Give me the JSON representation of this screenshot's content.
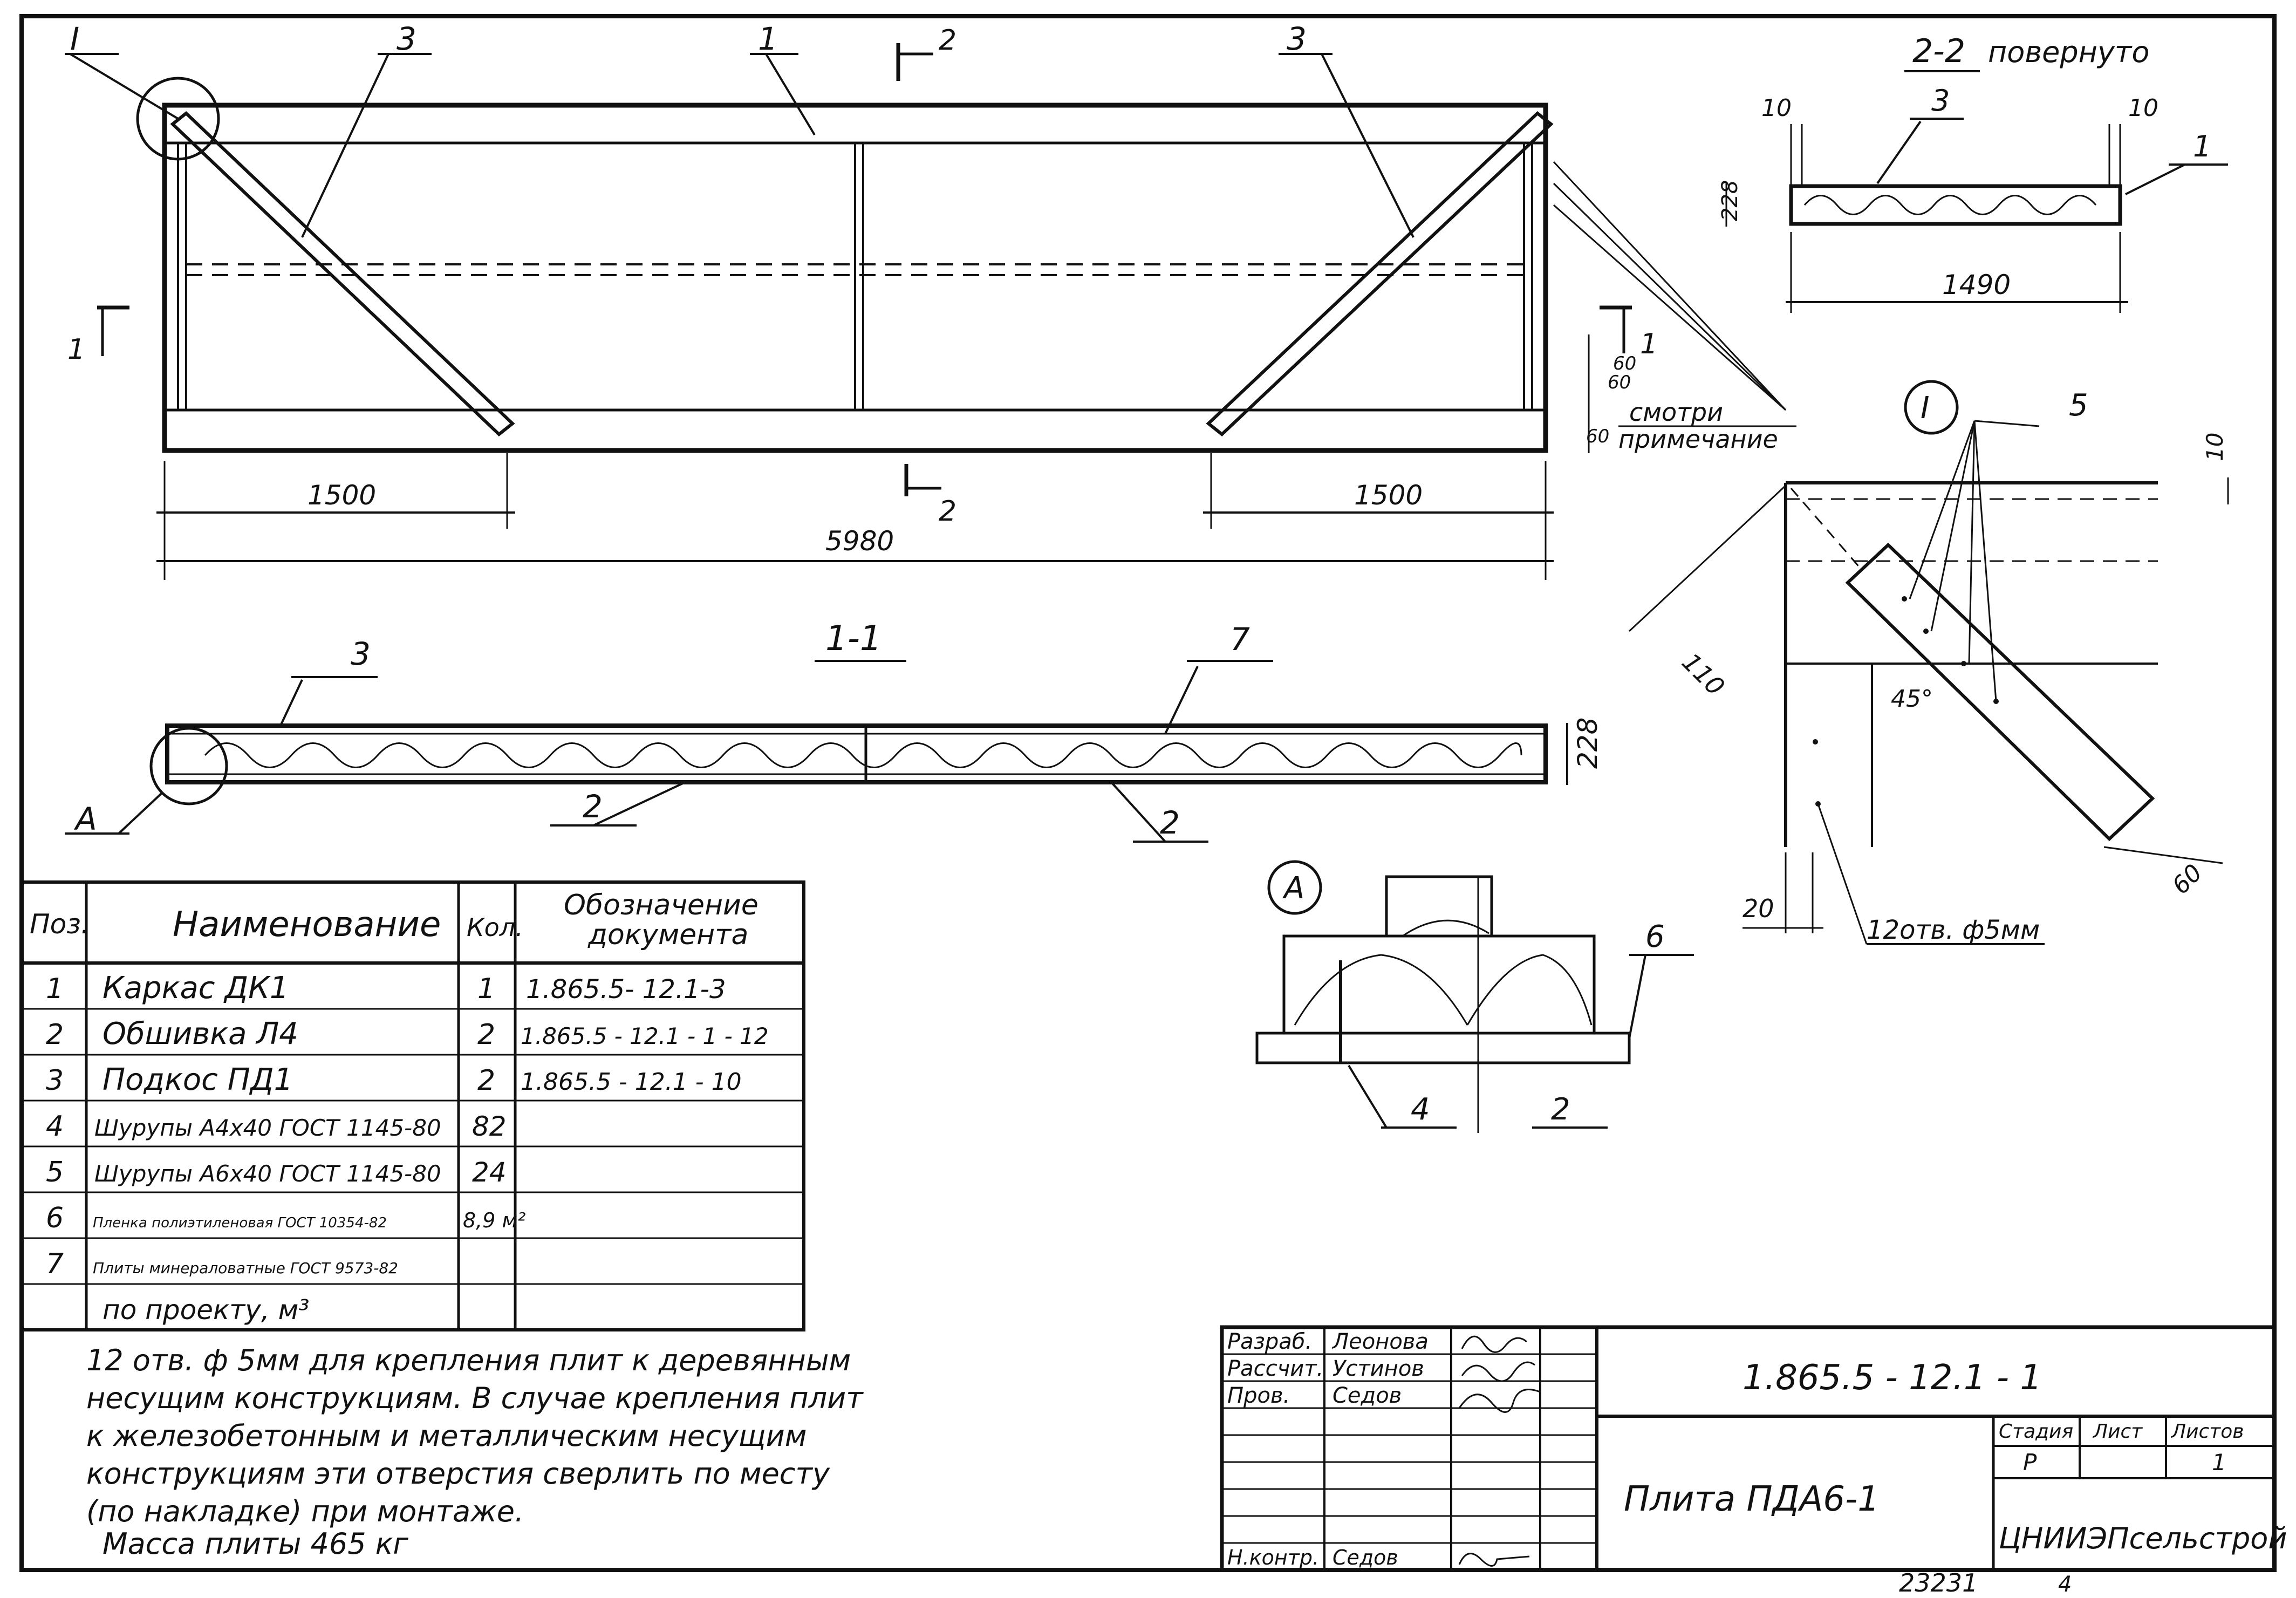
{
  "main_view": {
    "leaders": {
      "p1": "1",
      "p3_left": "3",
      "p3_right": "3",
      "detail_ref": "I"
    },
    "section_22": "2",
    "section_11": "1",
    "dims": {
      "left_bay": "1500",
      "right_bay": "1500",
      "overall": "5980",
      "d60a": "60",
      "d60b": "60",
      "d60c": "60"
    },
    "note_label": [
      "смотри",
      "примечание"
    ]
  },
  "section_11_view": {
    "title": "1-1",
    "leaders": {
      "p3": "3",
      "p7": "7",
      "p2a": "2",
      "p2b": "2",
      "detail_a": "A"
    },
    "dim_thickness": "228"
  },
  "section_22_view": {
    "title": "2-2",
    "subtitle": "повернуто",
    "leaders": {
      "p3": "3",
      "p1": "1"
    },
    "dims": {
      "left": "10",
      "right": "10",
      "height": "228",
      "width": "1490"
    }
  },
  "detail_i": {
    "label": "I",
    "leader": "5",
    "dims": {
      "top": "10",
      "diag": "110",
      "angle": "45°",
      "end": "60",
      "offset": "20"
    },
    "holes": "12отв. ф5мм"
  },
  "detail_a": {
    "label": "А",
    "leaders": {
      "p6": "6",
      "p4": "4",
      "p2": "2"
    }
  },
  "spec_table": {
    "headers": {
      "pos": "Поз.",
      "name": "Наименование",
      "qty": "Кол.",
      "doc": [
        "Обозначение",
        "документа"
      ]
    },
    "rows": [
      {
        "pos": "1",
        "name": "Каркас ДК1",
        "qty": "1",
        "doc": "1.865.5- 12.1-3"
      },
      {
        "pos": "2",
        "name": "Обшивка Л4",
        "qty": "2",
        "doc": "1.865.5 - 12.1 - 1 - 12"
      },
      {
        "pos": "3",
        "name": "Подкос ПД1",
        "qty": "2",
        "doc": "1.865.5 - 12.1 - 10"
      },
      {
        "pos": "4",
        "name": "Шурупы А4x40 ГОСТ 1145-80",
        "qty": "82",
        "doc": ""
      },
      {
        "pos": "5",
        "name": "Шурупы А6x40 ГОСТ 1145-80",
        "qty": "24",
        "doc": ""
      },
      {
        "pos": "6",
        "name": "Пленка полиэтиленовая ГОСТ 10354-82",
        "qty": "8,9 м²",
        "doc": ""
      },
      {
        "pos": "7",
        "name": "Плиты минераловатные ГОСТ 9573-82",
        "qty": "",
        "doc": ""
      },
      {
        "pos": "",
        "name": "по проекту, м³",
        "qty": "",
        "doc": ""
      }
    ]
  },
  "notes": [
    "12 отв. ф 5мм для крепления плит к деревянным",
    "несущим конструкциям. В случае крепления плит",
    "к железобетонным и металлическим несущим",
    "конструкциям эти отверстия сверлить по месту",
    "(по накладке) при монтаже.",
    "Масса плиты 465 кг"
  ],
  "title_block": {
    "roles": [
      {
        "role": "Разраб.",
        "name": "Леонова"
      },
      {
        "role": "Рассчит.",
        "name": "Устинов"
      },
      {
        "role": "Пров.",
        "name": "Седов"
      },
      {
        "role": "Н.контр.",
        "name": "Седов"
      }
    ],
    "doc_code": "1.865.5 - 12.1 - 1",
    "product_name": "Плита ПДА6-1",
    "stage_header": "Стадия",
    "sheet_header": "Лист",
    "sheets_header": "Листов",
    "stage": "Р",
    "sheets": "1",
    "organization": "ЦНИИЭПсельстрой"
  },
  "footer": {
    "archive_no": "23231",
    "extra": "4"
  }
}
